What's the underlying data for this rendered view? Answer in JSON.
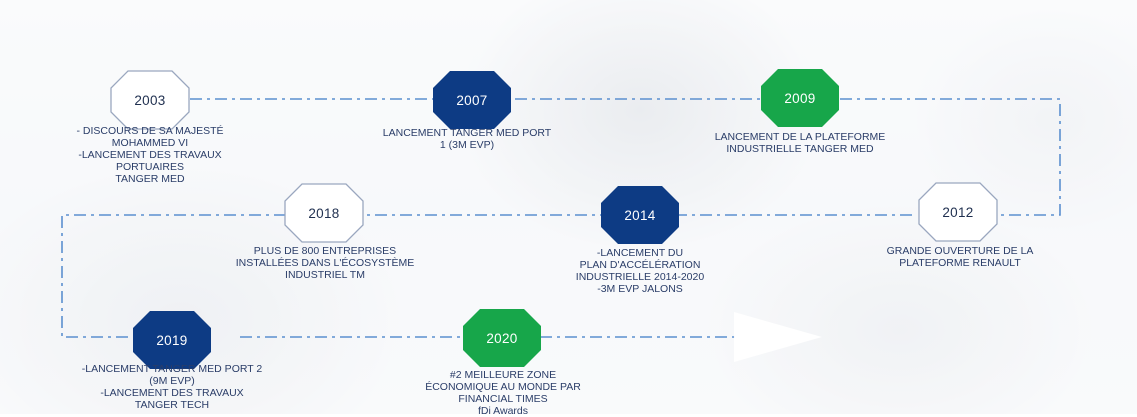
{
  "colors": {
    "dark": "#0d3b84",
    "green": "#17a64a",
    "light_fill": "#ffffff",
    "light_stroke": "#9aa7bf",
    "connector": "#5b8fcf"
  },
  "milestones": [
    {
      "year": "2003",
      "style": "light",
      "desc": [
        "- DISCOURS DE SA MAJESTÉ",
        "MOHAMMED VI",
        "-LANCEMENT DES TRAVAUX",
        "PORTUAIRES",
        "TANGER MED"
      ]
    },
    {
      "year": "2007",
      "style": "dark",
      "desc": [
        "LANCEMENT TANGER MED PORT",
        "1 (3M EVP)"
      ]
    },
    {
      "year": "2009",
      "style": "green",
      "desc": [
        "LANCEMENT DE LA PLATEFORME",
        "INDUSTRIELLE TANGER MED"
      ]
    },
    {
      "year": "2012",
      "style": "light",
      "desc": [
        "GRANDE OUVERTURE DE LA",
        "PLATEFORME RENAULT"
      ]
    },
    {
      "year": "2014",
      "style": "dark",
      "desc": [
        "-LANCEMENT DU",
        "PLAN D'ACCÉLÉRATION",
        "INDUSTRIELLE 2014-2020",
        "-3M EVP JALONS"
      ]
    },
    {
      "year": "2018",
      "style": "light",
      "desc": [
        "PLUS DE 800 ENTREPRISES",
        "INSTALLÉES DANS L'ÉCOSYSTÈME",
        "INDUSTRIEL TM"
      ]
    },
    {
      "year": "2019",
      "style": "dark",
      "desc": [
        "-LANCEMENT TANGER MED PORT 2",
        "(9M EVP)",
        "-LANCEMENT DES TRAVAUX",
        "TANGER TECH"
      ]
    },
    {
      "year": "2020",
      "style": "green",
      "desc": [
        "#2 MEILLEURE ZONE",
        "ÉCONOMIQUE AU MONDE PAR",
        "FINANCIAL TIMES",
        "fDi Awards"
      ]
    }
  ]
}
